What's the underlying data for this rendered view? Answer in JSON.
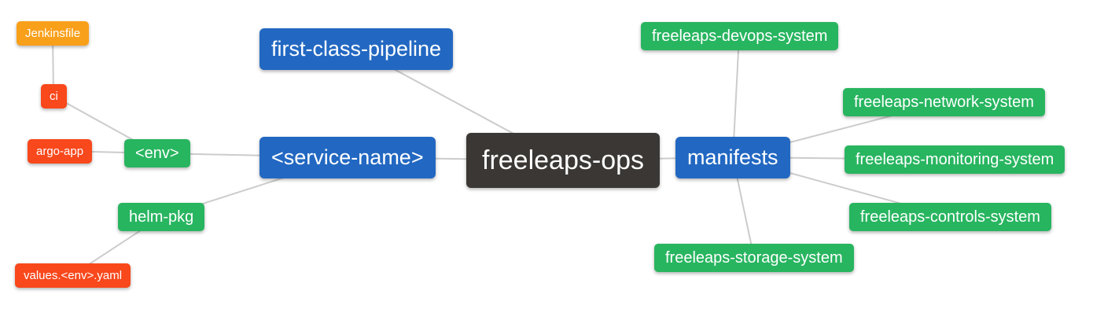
{
  "canvas": {
    "background": "#ffffff",
    "edge_color": "#cccccc"
  },
  "colors": {
    "root": "#3a3734",
    "branch": "#2268c2",
    "leaf": "#28b560",
    "file": "#f8481c",
    "build": "#f9a01b"
  },
  "nodes": [
    {
      "id": "freeleaps-ops",
      "label": "freeleaps-ops",
      "role": "root"
    },
    {
      "id": "first-class-pipeline",
      "label": "first-class-pipeline",
      "role": "branch"
    },
    {
      "id": "service-name",
      "label": "<service-name>",
      "role": "branch"
    },
    {
      "id": "manifests",
      "label": "manifests",
      "role": "branch"
    },
    {
      "id": "env",
      "label": "<env>",
      "role": "leaf"
    },
    {
      "id": "helm-pkg",
      "label": "helm-pkg",
      "role": "leaf"
    },
    {
      "id": "ci",
      "label": "ci",
      "role": "file"
    },
    {
      "id": "argo-app",
      "label": "argo-app",
      "role": "file"
    },
    {
      "id": "jenkinsfile",
      "label": "Jenkinsfile",
      "role": "build"
    },
    {
      "id": "values-env-yaml",
      "label": "values.<env>.yaml",
      "role": "file"
    },
    {
      "id": "devops-system",
      "label": "freeleaps-devops-system",
      "role": "leaf"
    },
    {
      "id": "network-system",
      "label": "freeleaps-network-system",
      "role": "leaf"
    },
    {
      "id": "monitoring-system",
      "label": "freeleaps-monitoring-system",
      "role": "leaf"
    },
    {
      "id": "controls-system",
      "label": "freeleaps-controls-system",
      "role": "leaf"
    },
    {
      "id": "storage-system",
      "label": "freeleaps-storage-system",
      "role": "leaf"
    }
  ],
  "edges": [
    {
      "from": "jenkinsfile",
      "to": "ci"
    },
    {
      "from": "ci",
      "to": "env"
    },
    {
      "from": "argo-app",
      "to": "env"
    },
    {
      "from": "env",
      "to": "service-name"
    },
    {
      "from": "helm-pkg",
      "to": "service-name"
    },
    {
      "from": "values-env-yaml",
      "to": "helm-pkg"
    },
    {
      "from": "service-name",
      "to": "freeleaps-ops"
    },
    {
      "from": "first-class-pipeline",
      "to": "freeleaps-ops"
    },
    {
      "from": "manifests",
      "to": "freeleaps-ops"
    },
    {
      "from": "manifests",
      "to": "devops-system"
    },
    {
      "from": "manifests",
      "to": "network-system"
    },
    {
      "from": "manifests",
      "to": "monitoring-system"
    },
    {
      "from": "manifests",
      "to": "controls-system"
    },
    {
      "from": "manifests",
      "to": "storage-system"
    }
  ]
}
